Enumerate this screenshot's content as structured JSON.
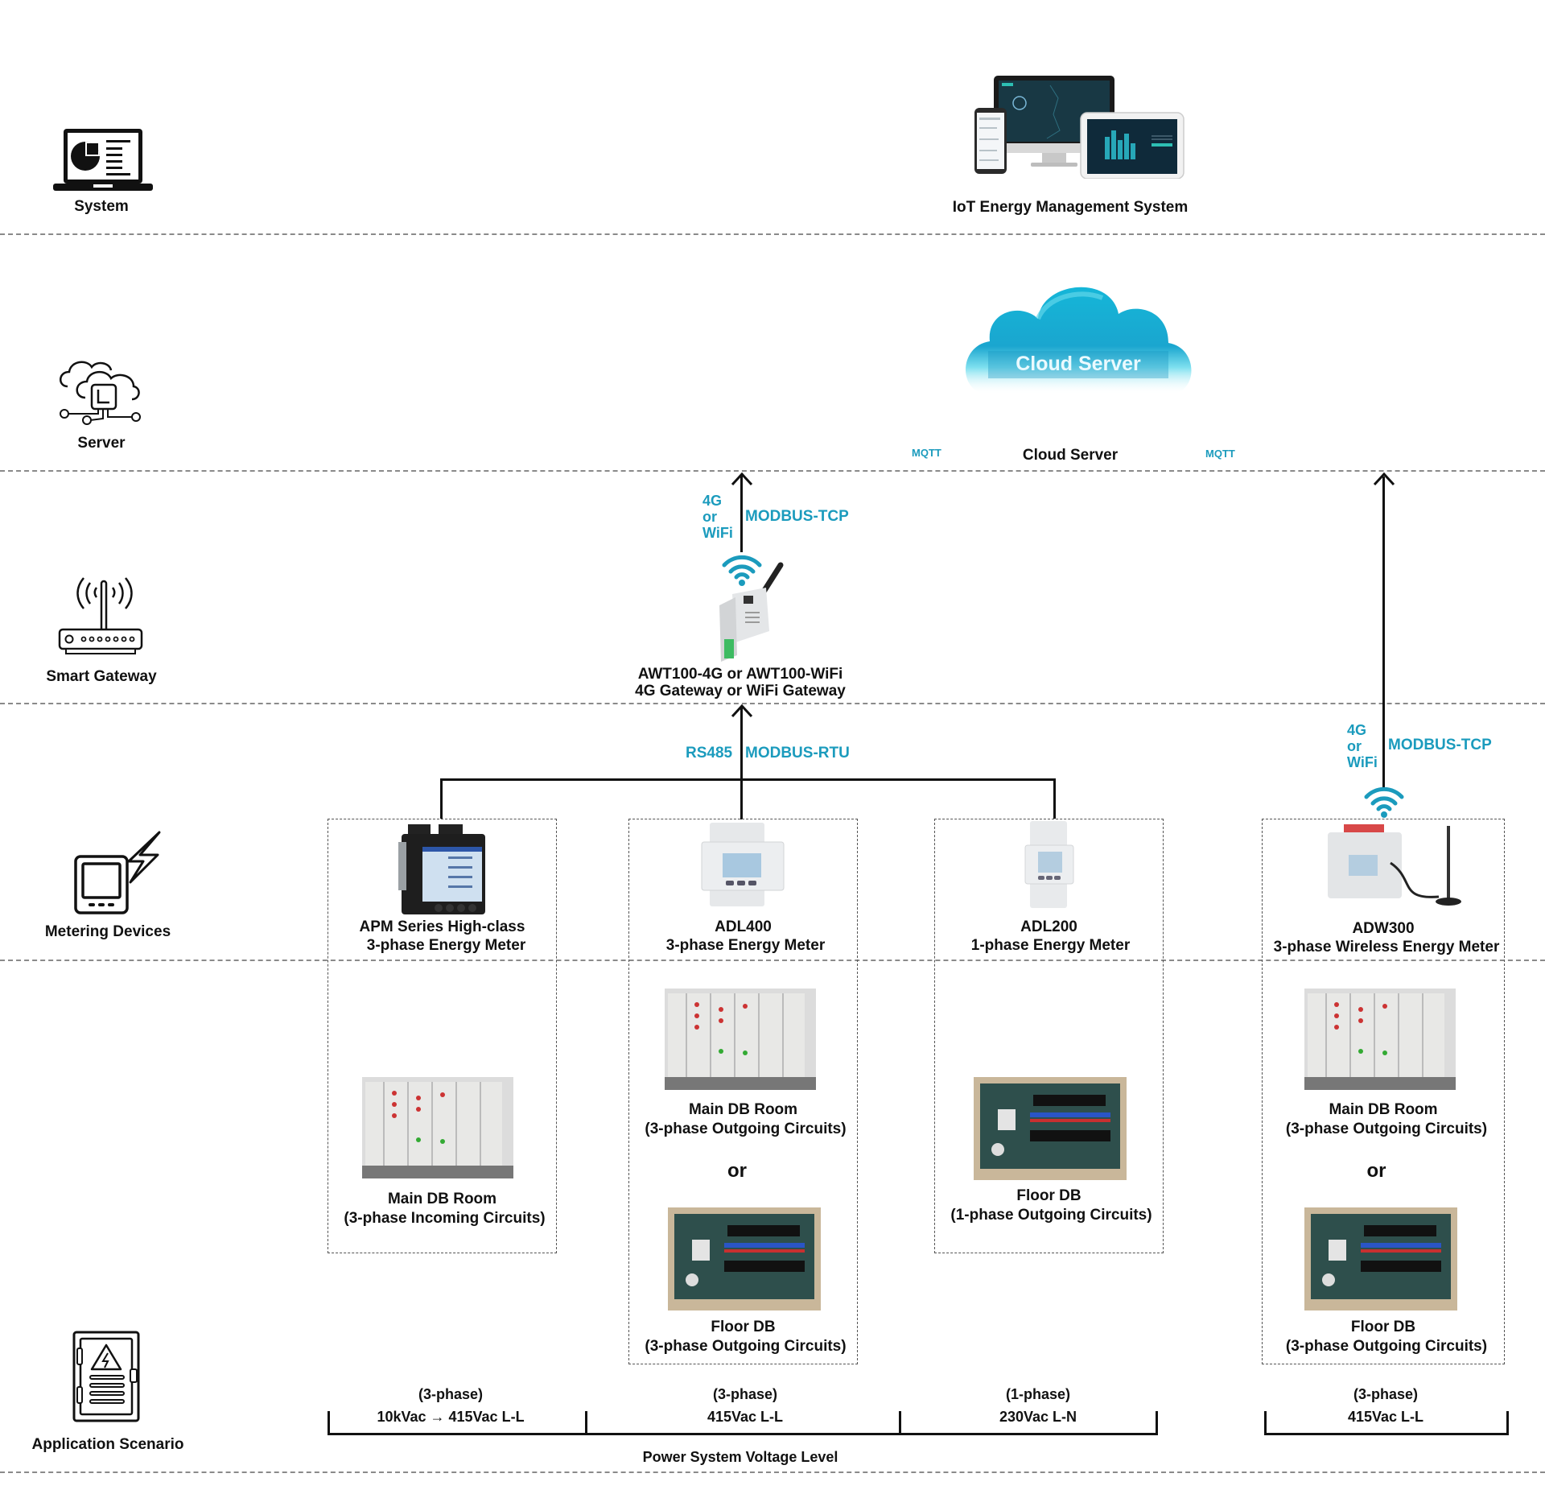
{
  "tiers": {
    "system": "System",
    "server": "Server",
    "gateway": "Smart Gateway",
    "metering": "Metering Devices",
    "application": "Application Scenario"
  },
  "system": {
    "title": "IoT Energy Management System"
  },
  "cloud": {
    "inner_label": "Cloud Server",
    "caption": "Cloud Server",
    "mqtt_left": "MQTT",
    "mqtt_right": "MQTT"
  },
  "gateway": {
    "link_left": [
      "4G",
      "or",
      "WiFi"
    ],
    "link_protocol": "MODBUS-TCP",
    "name_line1": "AWT100-4G or AWT100-WiFi",
    "name_line2": "4G Gateway or WiFi Gateway",
    "bus_left": "RS485",
    "bus_protocol": "MODBUS-RTU"
  },
  "wireless_link": {
    "link_left": [
      "4G",
      "or",
      "WiFi"
    ],
    "link_protocol": "MODBUS-TCP"
  },
  "meters": [
    {
      "line1": "APM Series High-class",
      "line2": "3-phase Energy Meter"
    },
    {
      "line1": "ADL400",
      "line2": "3-phase Energy Meter"
    },
    {
      "line1": "ADL200",
      "line2": "1-phase Energy Meter"
    },
    {
      "line1": "ADW300",
      "line2": "3-phase Wireless Energy Meter"
    }
  ],
  "scenarios": {
    "col1": [
      {
        "line1": "Main DB Room",
        "line2": "(3-phase Incoming Circuits)"
      }
    ],
    "col2": [
      {
        "line1": "Main DB Room",
        "line2": "(3-phase Outgoing Circuits)"
      },
      {
        "line1": "Floor DB",
        "line2": "(3-phase Outgoing Circuits)"
      }
    ],
    "col3": [
      {
        "line1": "Floor DB",
        "line2": "(1-phase Outgoing Circuits)"
      }
    ],
    "col4": [
      {
        "line1": "Main DB Room",
        "line2": "(3-phase Outgoing Circuits)"
      },
      {
        "line1": "Floor DB",
        "line2": "(3-phase Outgoing Circuits)"
      }
    ],
    "or_label": "or"
  },
  "voltage": {
    "levels": [
      {
        "phase": "(3-phase)",
        "value": "10kVac → 415Vac L-L"
      },
      {
        "phase": "(3-phase)",
        "value": "415Vac L-L"
      },
      {
        "phase": "(1-phase)",
        "value": "230Vac L-N"
      },
      {
        "phase": "(3-phase)",
        "value": "415Vac L-L"
      }
    ],
    "axis_title": "Power System Voltage Level"
  },
  "colors": {
    "accent": "#1b9bbd",
    "line": "#111111",
    "divider": "#8a8a8a"
  }
}
